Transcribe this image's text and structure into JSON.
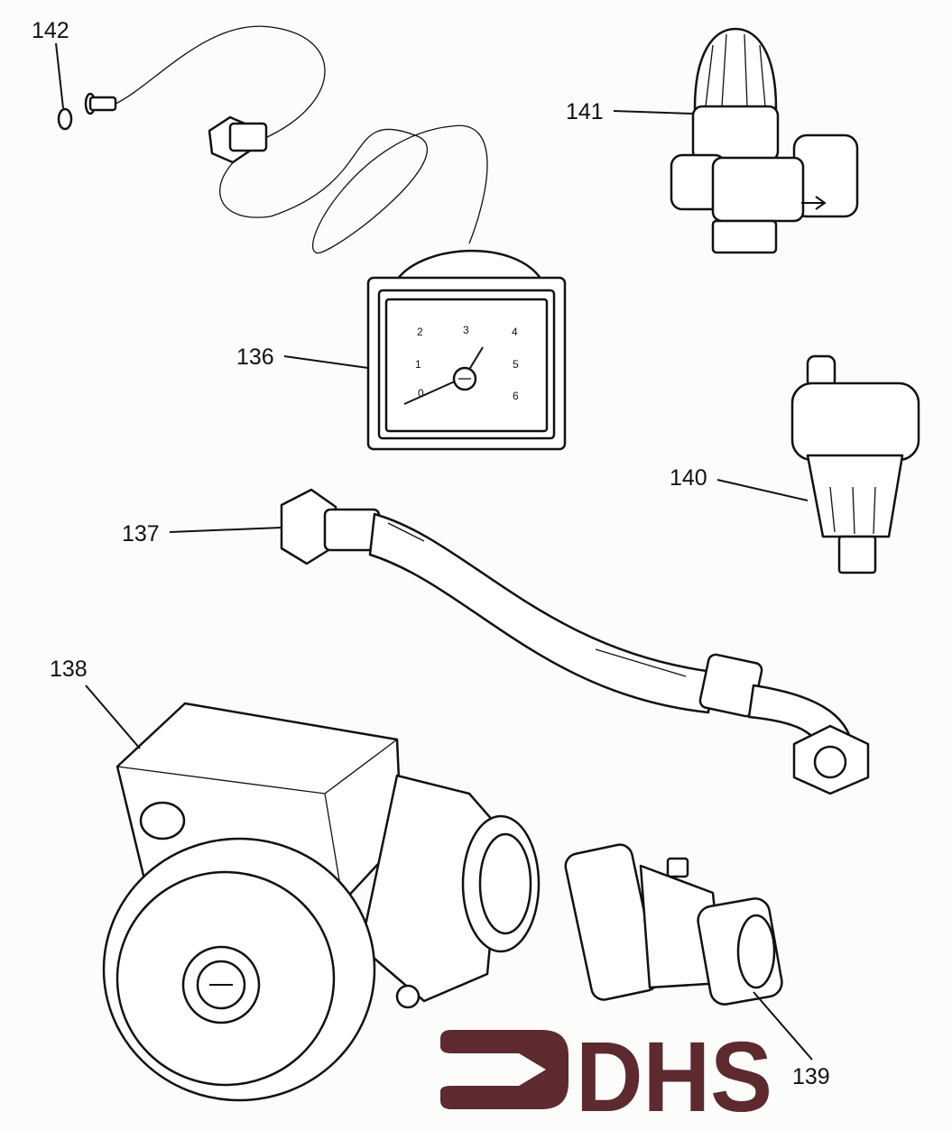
{
  "labels": {
    "p136": "136",
    "p137": "137",
    "p138": "138",
    "p139": "139",
    "p140": "140",
    "p141": "141",
    "p142": "142"
  },
  "gauge": {
    "scale": [
      "0",
      "1",
      "2",
      "3",
      "4",
      "5",
      "6"
    ]
  },
  "logo": {
    "text": "DHS",
    "color": "#5c2a2f"
  }
}
